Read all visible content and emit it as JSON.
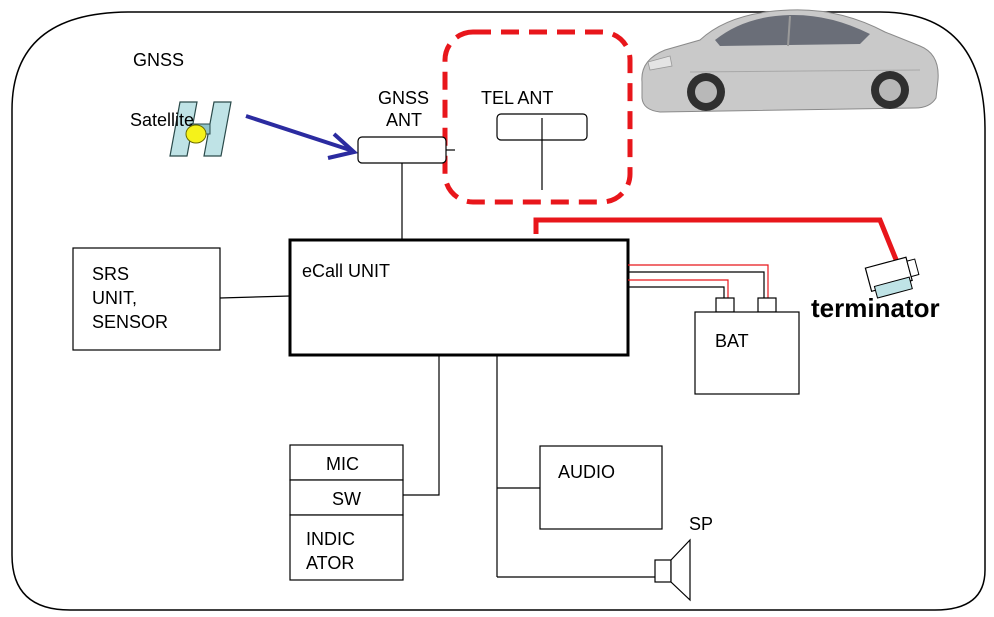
{
  "labels": {
    "gnss": "GNSS",
    "satellite": "Satellite",
    "gnss_ant_line1": "GNSS",
    "gnss_ant_line2": "ANT",
    "tel_ant": "TEL ANT",
    "srs_line1": "SRS",
    "srs_line2": "UNIT,",
    "srs_line3": "SENSOR",
    "ecall_unit": "eCall UNIT",
    "bat": "BAT",
    "terminator": "terminator",
    "mic": "MIC",
    "sw": "SW",
    "indicator_line1": "INDIC",
    "indicator_line2": "ATOR",
    "audio": "AUDIO",
    "sp": "SP"
  },
  "colors": {
    "highlight_red": "#e8161b",
    "arrow_blue": "#2b2ba0",
    "satellite_panel": "#bfe3e6",
    "satellite_body": "#f5f21a",
    "car_body": "#c9c9c9",
    "terminator_fill": "#bfe3e6"
  }
}
